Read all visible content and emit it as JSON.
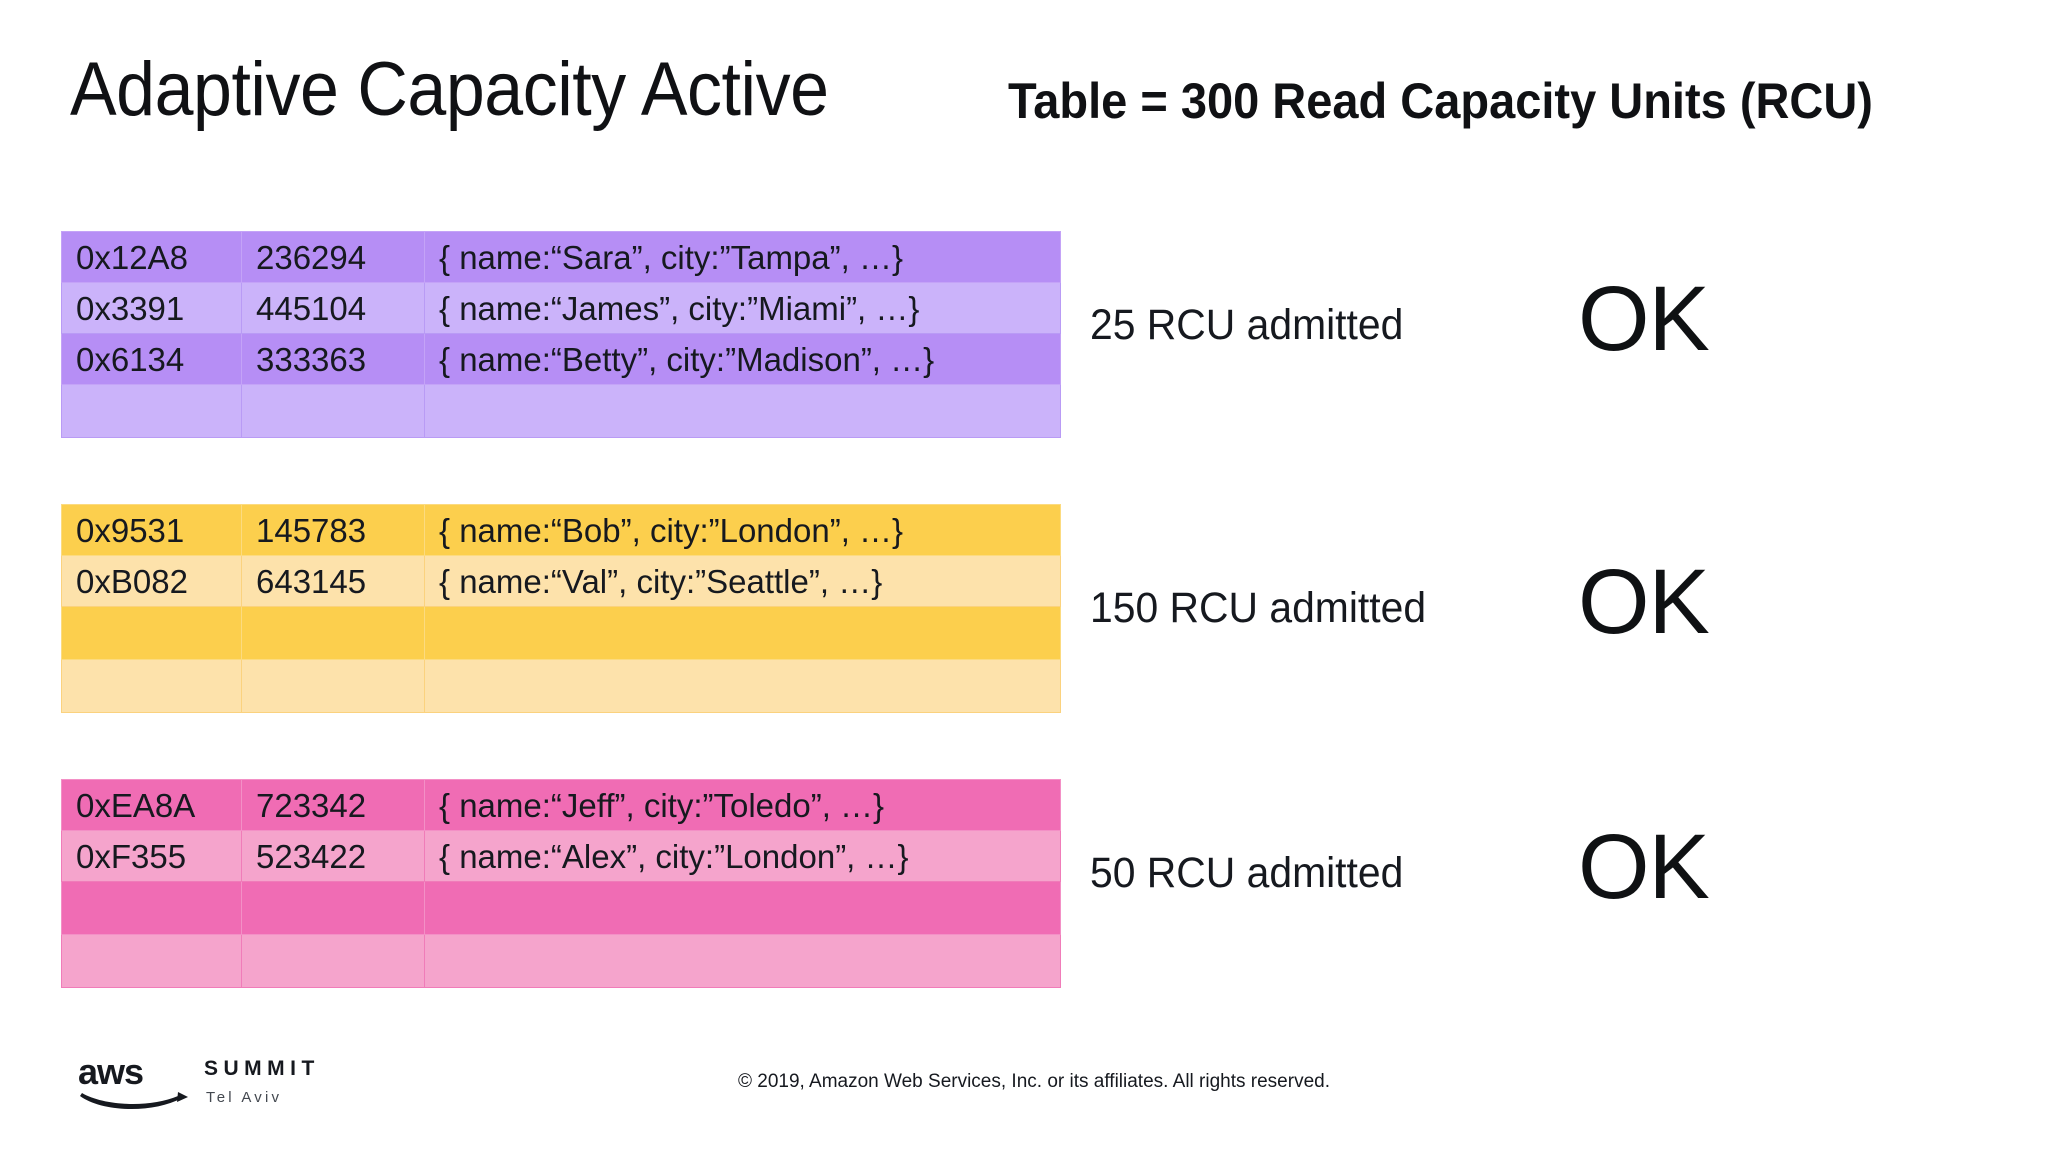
{
  "header": {
    "title": "Adaptive Capacity Active",
    "subtitle": "Table = 300 Read Capacity Units (RCU)"
  },
  "partitions": [
    {
      "color_name": "purple",
      "dark_color": "#b68ef5",
      "light_color": "#cbb3fa",
      "rcu_label": "25 RCU admitted",
      "status": "OK",
      "rows": [
        {
          "key": "0x12A8",
          "number": "236294",
          "item": "{ name:“Sara”, city:”Tampa”, …}"
        },
        {
          "key": "0x3391",
          "number": "445104",
          "item": "{ name:“James”, city:”Miami”, …}"
        },
        {
          "key": "0x6134",
          "number": "333363",
          "item": "{ name:“Betty”, city:”Madison”, …}"
        },
        {
          "key": "",
          "number": "",
          "item": ""
        }
      ]
    },
    {
      "color_name": "orange",
      "dark_color": "#fccf4d",
      "light_color": "#fde2ab",
      "rcu_label": "150 RCU admitted",
      "status": "OK",
      "rows": [
        {
          "key": "0x9531",
          "number": "145783",
          "item": "{ name:“Bob”, city:”London”, …}"
        },
        {
          "key": "0xB082",
          "number": "643145",
          "item": "{ name:“Val”, city:”Seattle”, …}"
        },
        {
          "key": "",
          "number": "",
          "item": ""
        },
        {
          "key": "",
          "number": "",
          "item": ""
        }
      ]
    },
    {
      "color_name": "pink",
      "dark_color": "#f06cb4",
      "light_color": "#f5a4cc",
      "rcu_label": "50 RCU admitted",
      "status": "OK",
      "rows": [
        {
          "key": "0xEA8A",
          "number": "723342",
          "item": "{ name:“Jeff”, city:”Toledo”, …}"
        },
        {
          "key": "0xF355",
          "number": "523422",
          "item": "{ name:“Alex”, city:”London”, …}"
        },
        {
          "key": "",
          "number": "",
          "item": ""
        },
        {
          "key": "",
          "number": "",
          "item": ""
        }
      ]
    }
  ],
  "footer": {
    "brand": "aws",
    "event": "SUMMIT",
    "location": "Tel Aviv",
    "copyright": "© 2019, Amazon Web Services, Inc. or its affiliates. All rights reserved."
  }
}
